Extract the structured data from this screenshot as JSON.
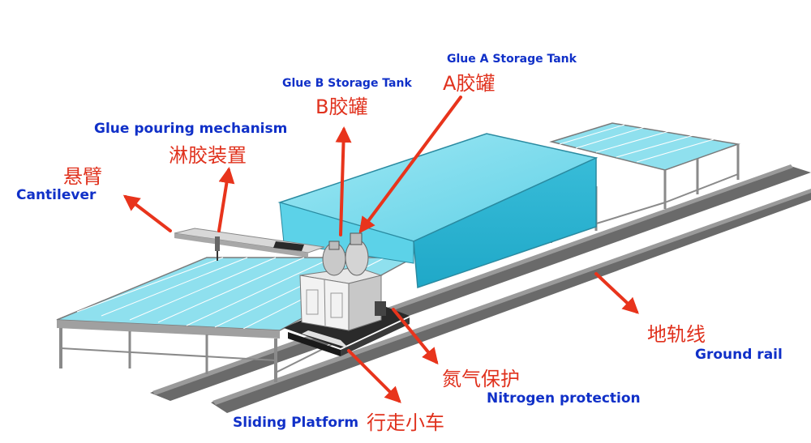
{
  "labels": {
    "glue_a_en": "Glue A Storage Tank",
    "glue_a_zh": "A胶罐",
    "glue_b_en": "Glue B Storage Tank",
    "glue_b_zh": "B胶罐",
    "pouring_en": "Glue pouring mechanism",
    "pouring_zh": "淋胶装置",
    "cantilever_zh": "悬臂",
    "cantilever_en": "Cantilever",
    "ground_rail_zh": "地轨线",
    "ground_rail_en": "Ground rail",
    "nitrogen_zh": "氮气保护",
    "nitrogen_en": "Nitrogen protection",
    "sliding_en": "Sliding Platform",
    "sliding_zh": "行走小车"
  },
  "colors": {
    "arrow": "#e8341c",
    "english_text": "#1030c8",
    "chinese_text": "#e0321e",
    "roller_bed": "#8fe0ee",
    "glass_box": "#39c4dc",
    "frame": "#8a8a8a"
  }
}
